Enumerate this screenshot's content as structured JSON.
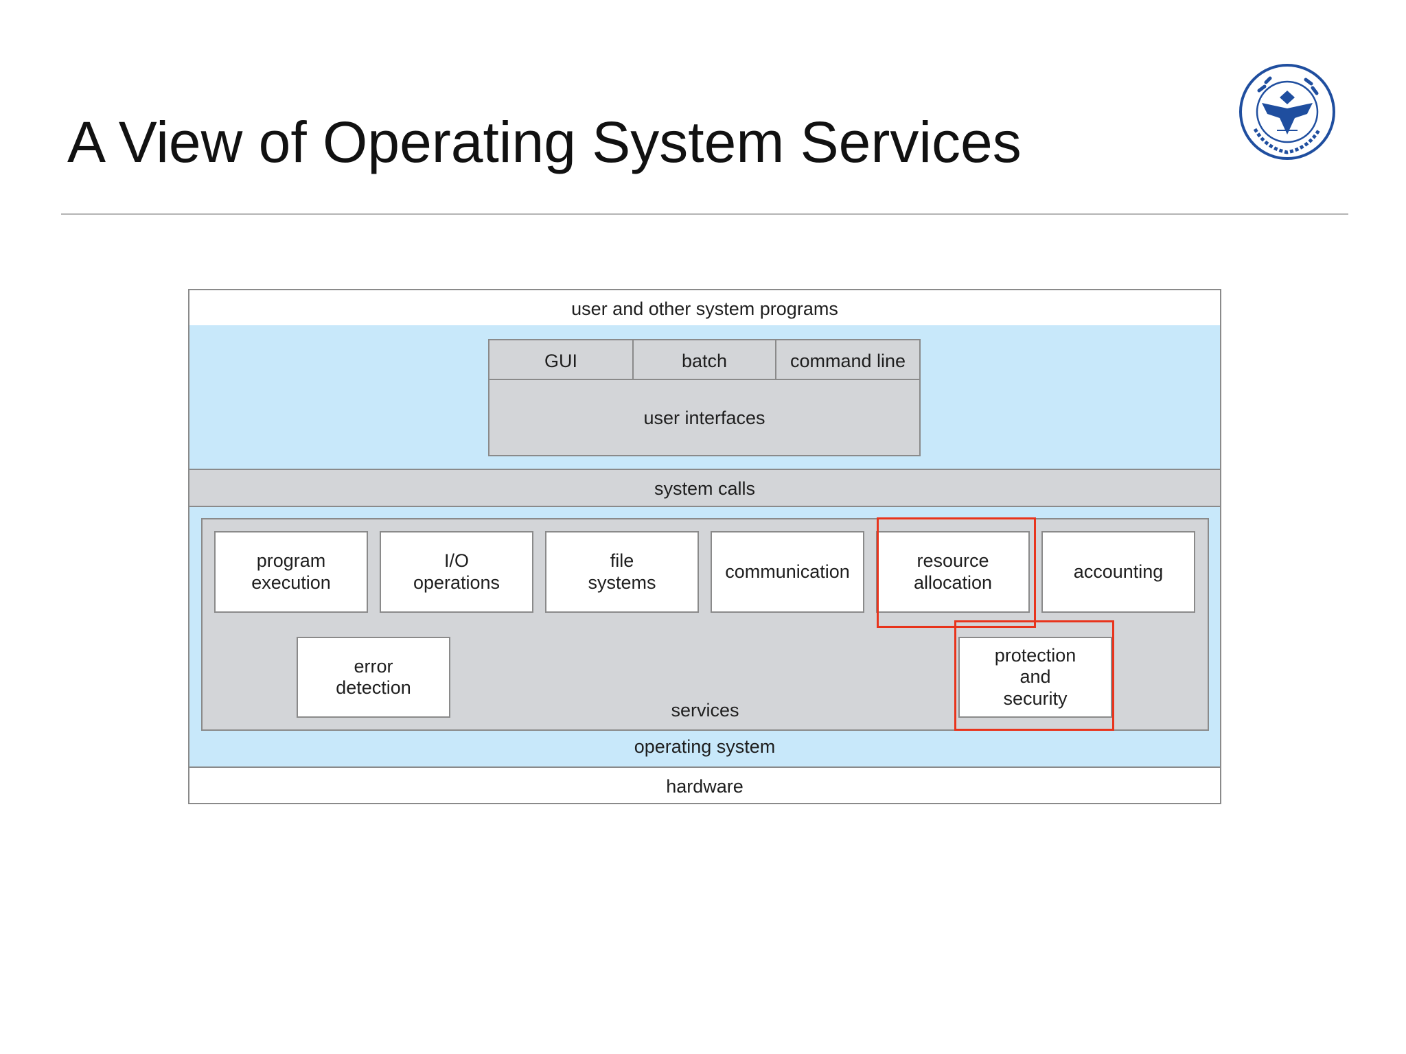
{
  "slide": {
    "title": "A View of Operating System Services"
  },
  "logo": {
    "text": "浙江大学 ZHEJIANG UNIVERSITY 1897",
    "colors": {
      "primary": "#1f4e9f"
    }
  },
  "diagram": {
    "top_layer": "user and other system programs",
    "interfaces": {
      "items": [
        "GUI",
        "batch",
        "command line"
      ],
      "label": "user interfaces"
    },
    "system_calls": "system calls",
    "services": {
      "row1": [
        "program\nexecution",
        "I/O\noperations",
        "file\nsystems",
        "communication",
        "resource\nallocation",
        "accounting"
      ],
      "row2": [
        "error\ndetection",
        "protection\nand\nsecurity"
      ],
      "label": "services"
    },
    "os_label": "operating system",
    "hardware": "hardware",
    "colors": {
      "os_fill": "#c8e8fa",
      "panel_gray": "#d3d5d8",
      "highlight": "#e8341c"
    }
  }
}
